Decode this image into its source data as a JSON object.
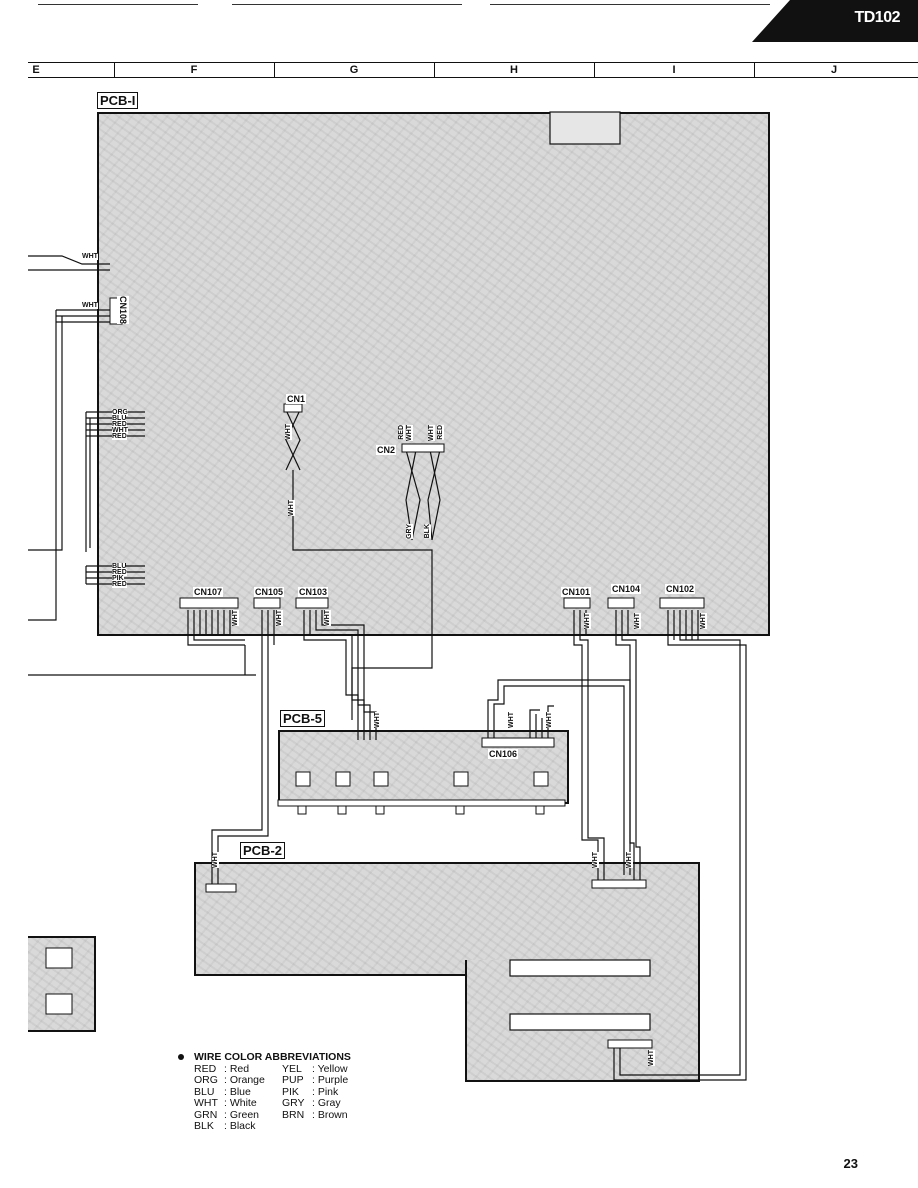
{
  "header": {
    "model": "TD102"
  },
  "grid_columns": [
    "E",
    "F",
    "G",
    "H",
    "I",
    "J"
  ],
  "boards": {
    "pcb1": {
      "label": "PCB-I"
    },
    "pcb5": {
      "label": "PCB-5"
    },
    "pcb2": {
      "label": "PCB-2"
    }
  },
  "connectors": {
    "cn108": "CN108",
    "cn1": "CN1",
    "cn2": "CN2",
    "cn107": "CN107",
    "cn105": "CN105",
    "cn103": "CN103",
    "cn101": "CN101",
    "cn104": "CN104",
    "cn102": "CN102",
    "cn106": "CN106"
  },
  "wire_labels": {
    "wht": "WHT",
    "orange": "ORG",
    "blue": "BLU",
    "red": "RED",
    "pink": "PIK",
    "gray": "GRY",
    "black": "BLK"
  },
  "legend": {
    "title": "WIRE COLOR ABBREVIATIONS",
    "rows": [
      [
        "RED",
        ": Red",
        "YEL",
        ": Yellow"
      ],
      [
        "ORG",
        ": Orange",
        "PUP",
        ": Purple"
      ],
      [
        "BLU",
        ": Blue",
        "PIK",
        ": Pink"
      ],
      [
        "WHT",
        ": White",
        "GRY",
        ": Gray"
      ],
      [
        "GRN",
        ": Green",
        "BRN",
        ": Brown"
      ],
      [
        "BLK",
        ": Black",
        "",
        ""
      ]
    ]
  },
  "page": {
    "number": "23"
  }
}
